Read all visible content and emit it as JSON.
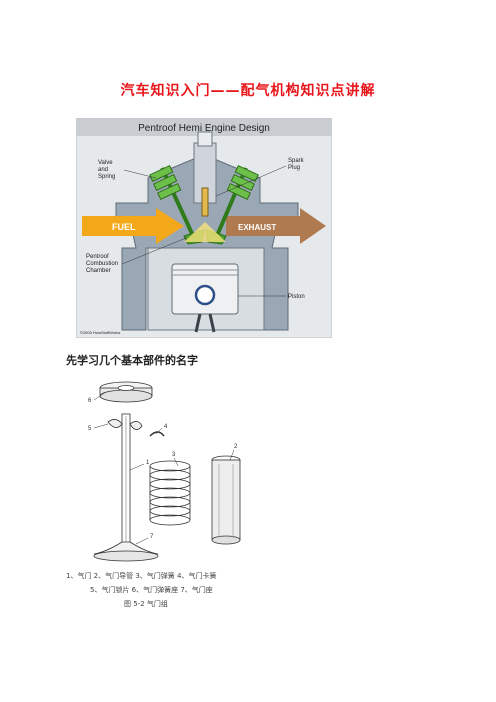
{
  "document": {
    "title": "汽车知识入门——配气机构知识点讲解",
    "section_heading": "先学习几个基本部件的名字"
  },
  "figure1": {
    "title": "Pentroof Hemi Engine Design",
    "labels": {
      "valve": "Valve",
      "and": "and",
      "spring": "Spring",
      "spark": "Spark",
      "plug": "Plug",
      "fuel": "FUEL",
      "exhaust": "EXHAUST",
      "pentroof": "Pentroof",
      "combustion": "Combustion",
      "chamber": "Chamber",
      "piston": "Piston",
      "copyright": "©2000 HowStuffWorks"
    },
    "colors": {
      "title_bar": "#c9cdd2",
      "frame": "#e6e9ec",
      "block": "#9aa7b4",
      "fuel_arrow": "#f2a818",
      "exhaust_arrow": "#b07a50",
      "valve": "#4ca02e"
    }
  },
  "figure2": {
    "callouts": [
      "6",
      "5",
      "4",
      "3",
      "2",
      "1",
      "7"
    ],
    "caption_line1": "1、气门 2、气门导管 3、气门弹簧 4、气门卡簧",
    "caption_line2": "5、气门锁片 6、气门弹簧座 7、气门座",
    "caption_line3": "图 5-2 气门组"
  }
}
